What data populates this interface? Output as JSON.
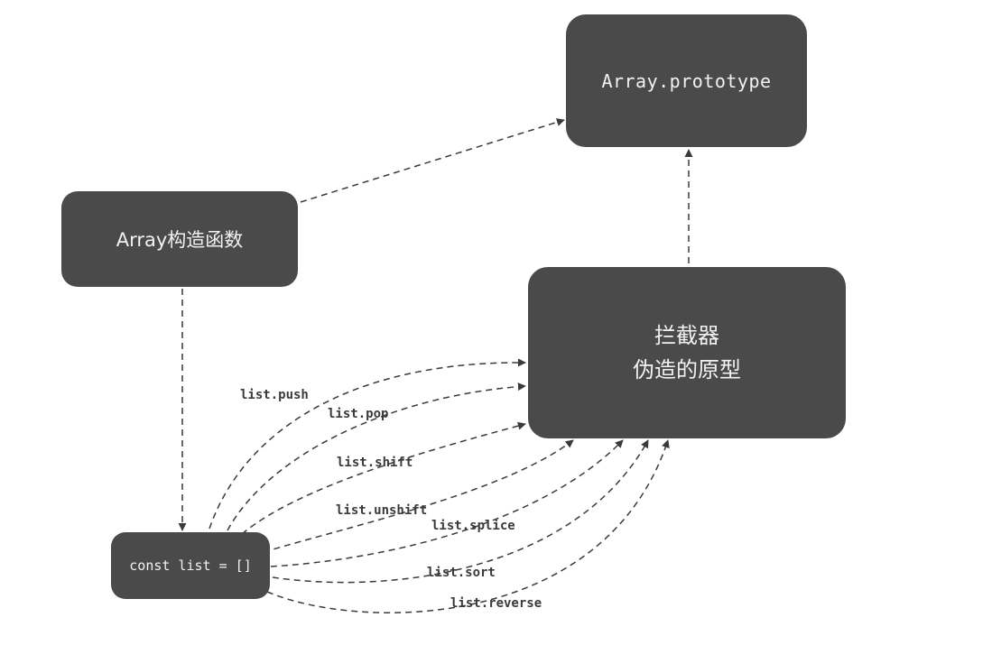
{
  "nodes": {
    "proto": {
      "label": "Array.prototype"
    },
    "ctor": {
      "label": "Array构造函数"
    },
    "proxy": {
      "line1": "拦截器",
      "line2": "伪造的原型"
    },
    "list": {
      "label": "const list = []"
    }
  },
  "edges": {
    "methods": [
      "list.push",
      "list.pop",
      "list.shift",
      "list.unshift",
      "list.splice",
      "list.sort",
      "list.reverse"
    ]
  },
  "colors": {
    "node_fill": "#4a4a4a",
    "node_text": "#f2f2f2",
    "edge": "#3a3a3a"
  }
}
